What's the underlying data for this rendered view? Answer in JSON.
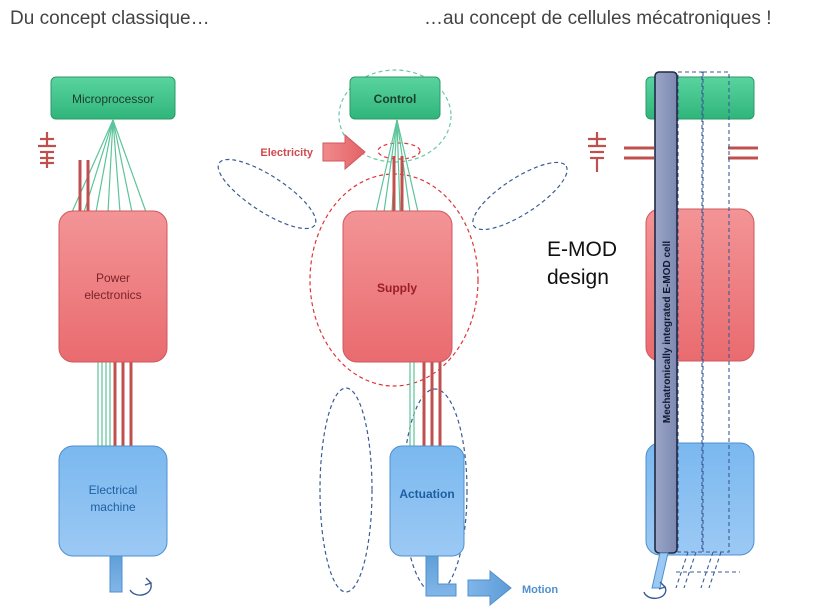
{
  "headings": {
    "left": "Du concept classique…",
    "right": "…au concept de cellules mécatroniques !"
  },
  "classic": {
    "controller": "Microprocessor",
    "power_line1": "Power",
    "power_line2": "electronics",
    "machine_line1": "Electrical",
    "machine_line2": "machine"
  },
  "mechatronic": {
    "controller": "Control",
    "supply": "Supply",
    "actuation": "Actuation",
    "input_label": "Electricity",
    "output_label": "Motion"
  },
  "emod": {
    "label_line1": "E-MOD",
    "label_line2": "design",
    "cell_label": "Mechatronically integrated E-MOD cell"
  },
  "colors": {
    "control_green": "#3cc488",
    "power_red": "#ef7b7e",
    "machine_blue": "#6aaee8",
    "wire_red": "#c0504d",
    "wire_green": "#5cc49a",
    "dash_blue": "#3a5c96",
    "dash_red": "#e0343a",
    "dash_green": "#69c9a8",
    "cell_slate": "#8a96ba"
  }
}
